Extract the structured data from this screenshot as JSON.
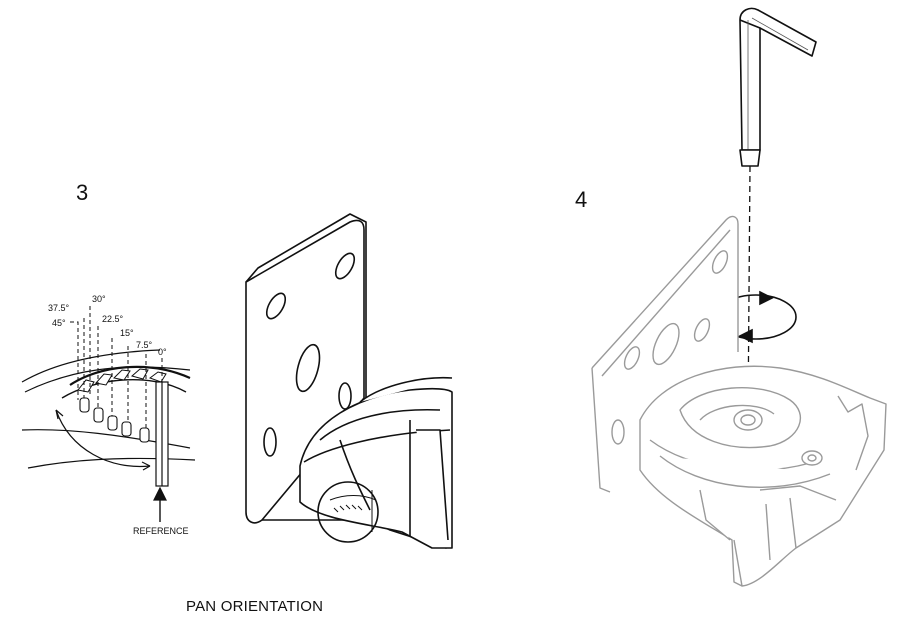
{
  "steps": [
    {
      "number": "3"
    },
    {
      "number": "4"
    }
  ],
  "detail": {
    "angle_labels": [
      "37.5°",
      "30°",
      "45°",
      "22.5°",
      "15°",
      "7.5°",
      "0°"
    ],
    "reference_label": "REFERENCE"
  },
  "caption": "PAN ORIENTATION",
  "colors": {
    "line": "#111111",
    "light_line": "#9a9a9a",
    "background": "#ffffff"
  }
}
